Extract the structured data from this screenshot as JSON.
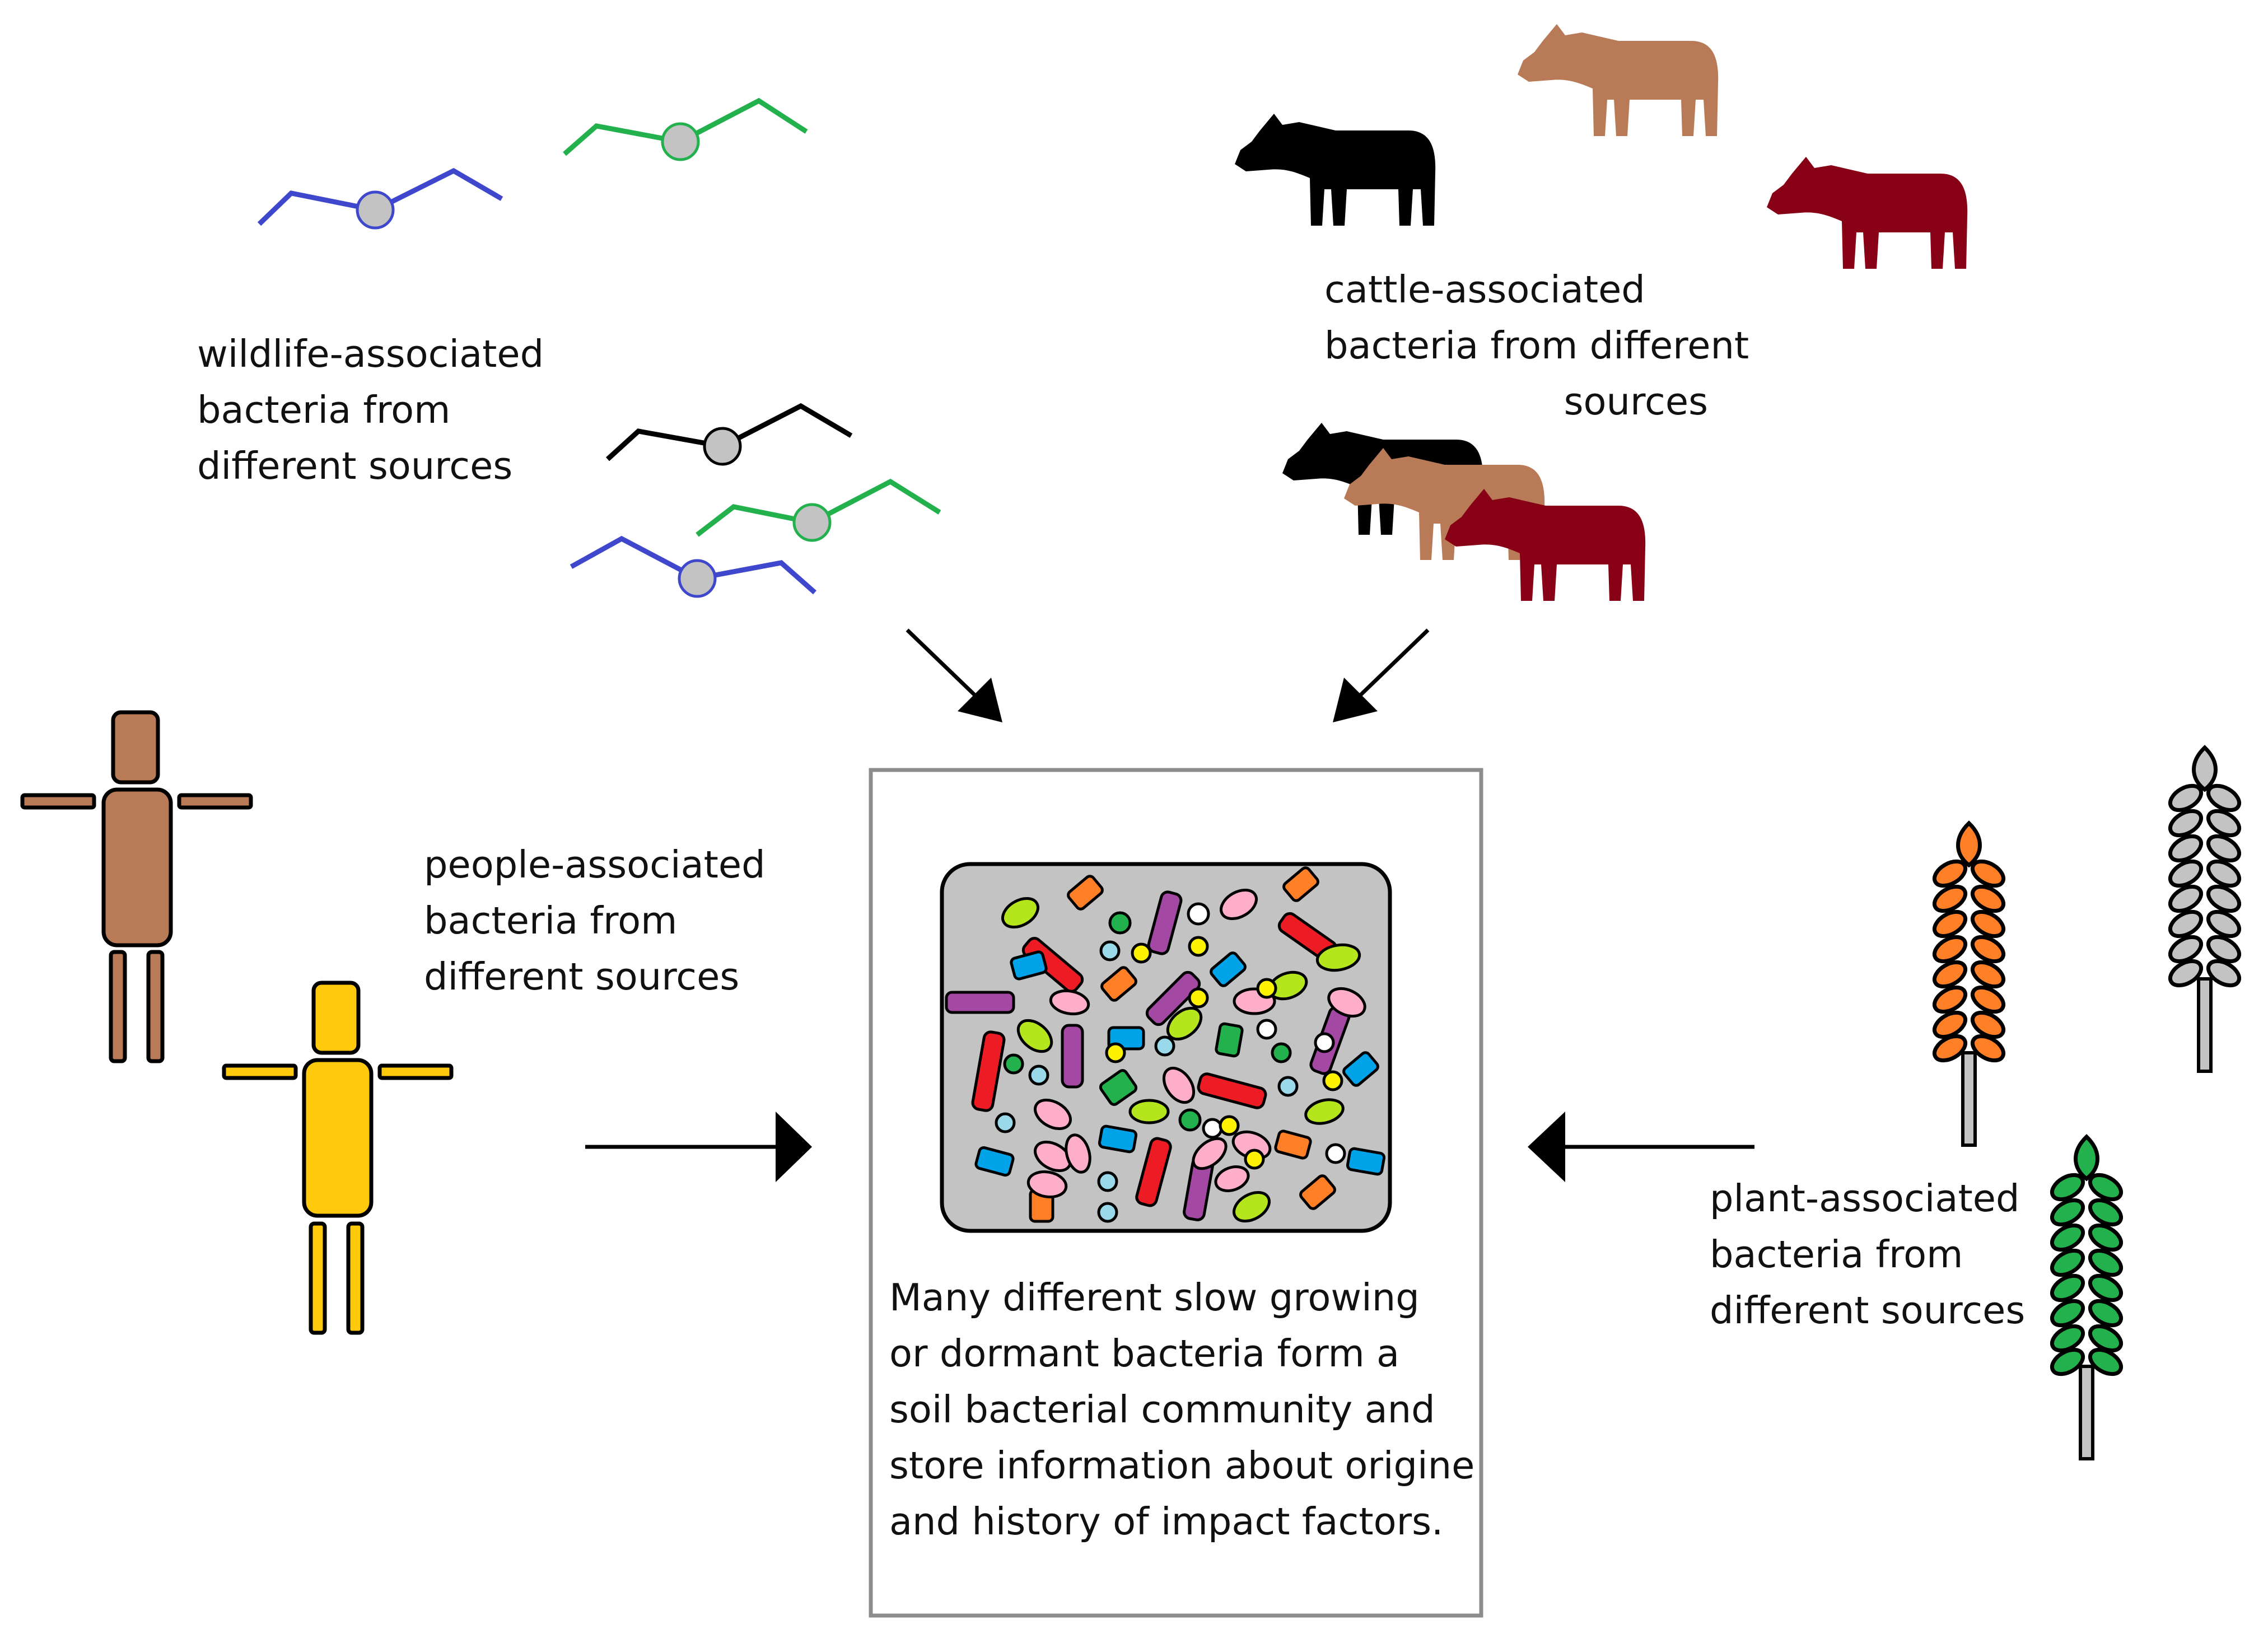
{
  "labels": {
    "wildlife": [
      "wildlife-associated",
      "bacteria from",
      "different sources"
    ],
    "cattle": [
      "cattle-associated",
      "bacteria from different",
      "sources"
    ],
    "people": [
      "people-associated",
      "bacteria from",
      "different sources"
    ],
    "plant": [
      "plant-associated",
      "bacteria from",
      "different sources"
    ],
    "center": [
      "Many different slow growing",
      "or dormant bacteria form a",
      "soil bacterial community and",
      "store information about origine",
      "and history of impact factors."
    ]
  },
  "colors": {
    "blue": "#3f48cc",
    "green": "#22b14c",
    "black": "#000000",
    "bird_body": "#c3c3c3",
    "cow_black": "#000000",
    "cow_tan": "#b97a57",
    "cow_red": "#880015",
    "person_brown": "#b97a57",
    "person_yellow": "#ffc90e",
    "wheat_orange": "#ff7f27",
    "wheat_grey": "#c3c3c3",
    "wheat_green": "#22b14c",
    "soil_bg": "#c3c3c3",
    "box_border": "#8c8c8c",
    "bacteria": [
      "#ed1c24",
      "#a349a4",
      "#00a2e8",
      "#b5e61d",
      "#ffaec9",
      "#ff7f27",
      "#22b14c",
      "#fff200",
      "#99d9ea",
      "#ffffff"
    ]
  }
}
